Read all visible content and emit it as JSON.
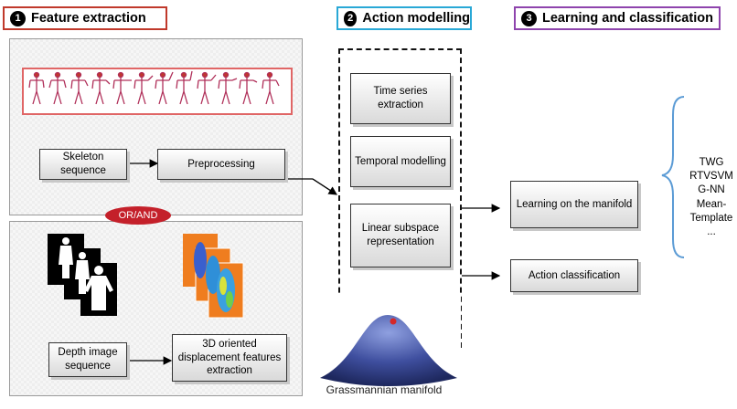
{
  "headers": {
    "feature_extraction": {
      "number": "1",
      "label": "Feature extraction",
      "color": "#c0392b"
    },
    "action_modelling": {
      "number": "2",
      "label": "Action modelling",
      "color": "#29a8d6"
    },
    "learning": {
      "number": "3",
      "label": "Learning and classification",
      "color": "#8e44ad"
    }
  },
  "feature_panel": {
    "skeleton_box": "Skeleton sequence",
    "preprocessing_box": "Preprocessing",
    "or_and": "OR/AND",
    "depth_box": "Depth image sequence",
    "displacement_box": "3D oriented displacement features extraction"
  },
  "action_modelling": {
    "time_series_box": "Time series extraction",
    "temporal_box": "Temporal modelling",
    "linear_box": "Linear subspace representation"
  },
  "manifold": {
    "caption": "Grassmannian manifold"
  },
  "learning": {
    "learning_box": "Learning on the manifold",
    "classification_box": "Action classification",
    "methods": [
      "TWG",
      "RTVSVM",
      "G-NN",
      "Mean-",
      "Template",
      "..."
    ]
  },
  "colors": {
    "oval": "#c4202a",
    "accent_orange": "#ef7d1f",
    "manifold_blue": "#3f4f9f"
  }
}
